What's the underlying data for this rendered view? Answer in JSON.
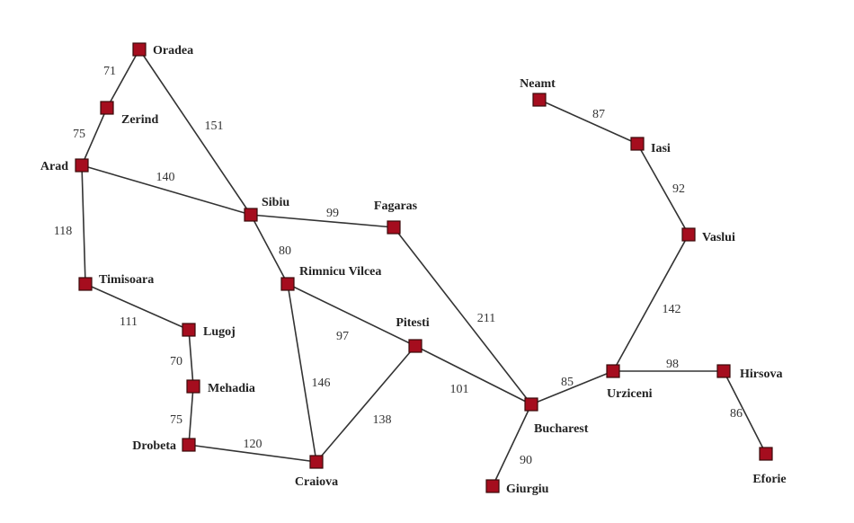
{
  "colors": {
    "node": "#a50d1e",
    "node_border": "#3a0a0a",
    "edge": "#333333"
  },
  "cities": [
    {
      "id": "oradea",
      "name": "Oradea"
    },
    {
      "id": "zerind",
      "name": "Zerind"
    },
    {
      "id": "arad",
      "name": "Arad"
    },
    {
      "id": "timisoara",
      "name": "Timisoara"
    },
    {
      "id": "lugoj",
      "name": "Lugoj"
    },
    {
      "id": "mehadia",
      "name": "Mehadia"
    },
    {
      "id": "drobeta",
      "name": "Drobeta"
    },
    {
      "id": "craiova",
      "name": "Craiova"
    },
    {
      "id": "rimnicu",
      "name": "Rimnicu Vilcea"
    },
    {
      "id": "sibiu",
      "name": "Sibiu"
    },
    {
      "id": "fagaras",
      "name": "Fagaras"
    },
    {
      "id": "pitesti",
      "name": "Pitesti"
    },
    {
      "id": "bucharest",
      "name": "Bucharest"
    },
    {
      "id": "giurgiu",
      "name": "Giurgiu"
    },
    {
      "id": "urziceni",
      "name": "Urziceni"
    },
    {
      "id": "hirsova",
      "name": "Hirsova"
    },
    {
      "id": "eforie",
      "name": "Eforie"
    },
    {
      "id": "vaslui",
      "name": "Vaslui"
    },
    {
      "id": "iasi",
      "name": "Iasi"
    },
    {
      "id": "neamt",
      "name": "Neamt"
    }
  ],
  "roads": [
    {
      "from": "oradea",
      "to": "zerind",
      "distance": "71"
    },
    {
      "from": "zerind",
      "to": "arad",
      "distance": "75"
    },
    {
      "from": "oradea",
      "to": "sibiu",
      "distance": "151"
    },
    {
      "from": "arad",
      "to": "sibiu",
      "distance": "140"
    },
    {
      "from": "arad",
      "to": "timisoara",
      "distance": "118"
    },
    {
      "from": "sibiu",
      "to": "fagaras",
      "distance": "99"
    },
    {
      "from": "sibiu",
      "to": "rimnicu",
      "distance": "80"
    },
    {
      "from": "timisoara",
      "to": "lugoj",
      "distance": "111"
    },
    {
      "from": "lugoj",
      "to": "mehadia",
      "distance": "70"
    },
    {
      "from": "mehadia",
      "to": "drobeta",
      "distance": "75"
    },
    {
      "from": "drobeta",
      "to": "craiova",
      "distance": "120"
    },
    {
      "from": "rimnicu",
      "to": "craiova",
      "distance": "146"
    },
    {
      "from": "rimnicu",
      "to": "pitesti",
      "distance": "97"
    },
    {
      "from": "craiova",
      "to": "pitesti",
      "distance": "138"
    },
    {
      "from": "fagaras",
      "to": "bucharest",
      "distance": "211"
    },
    {
      "from": "pitesti",
      "to": "bucharest",
      "distance": "101"
    },
    {
      "from": "bucharest",
      "to": "urziceni",
      "distance": "85"
    },
    {
      "from": "bucharest",
      "to": "giurgiu",
      "distance": "90"
    },
    {
      "from": "urziceni",
      "to": "hirsova",
      "distance": "98"
    },
    {
      "from": "hirsova",
      "to": "eforie",
      "distance": "86"
    },
    {
      "from": "urziceni",
      "to": "vaslui",
      "distance": "142"
    },
    {
      "from": "vaslui",
      "to": "iasi",
      "distance": "92"
    },
    {
      "from": "iasi",
      "to": "neamt",
      "distance": "87"
    }
  ]
}
